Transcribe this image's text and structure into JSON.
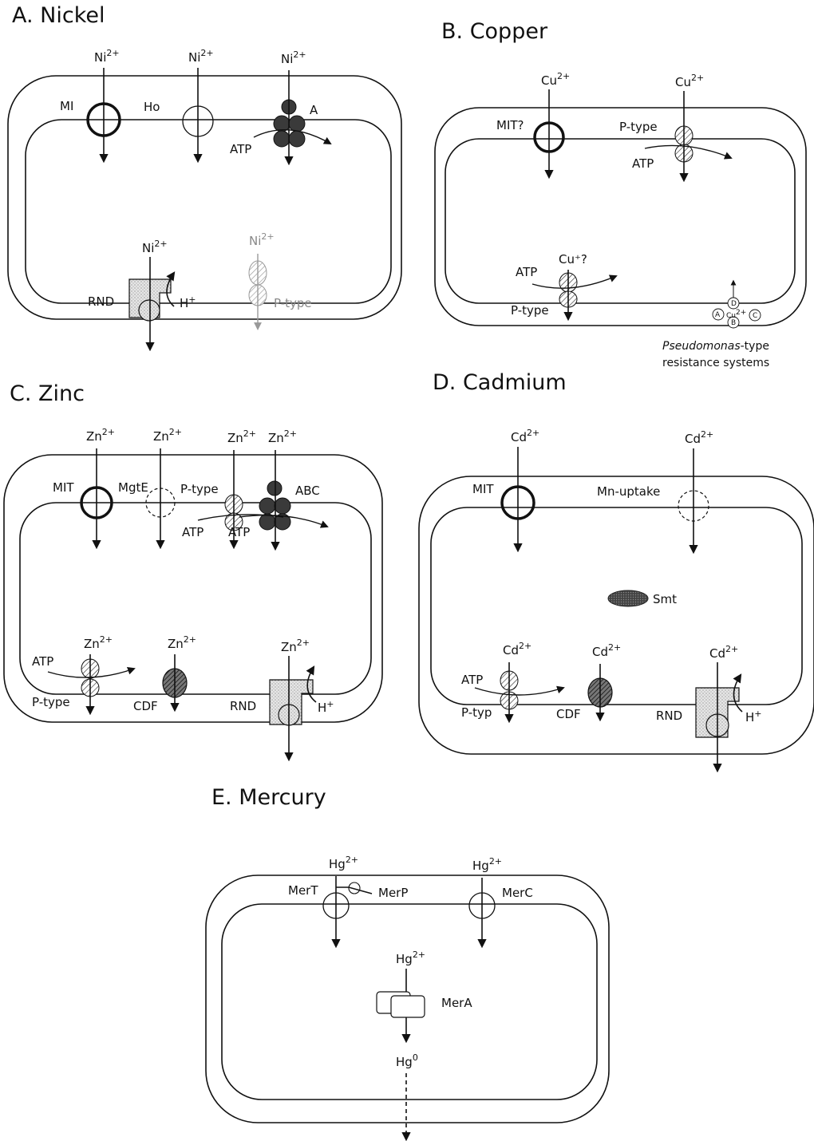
{
  "panels": {
    "a": {
      "title": "A. Nickel",
      "labels": {
        "mi": "MI",
        "ho": "Ho",
        "a": "A",
        "atp": "ATP",
        "rnd": "RND",
        "ptype": "P-type"
      },
      "ion": {
        "base": "Ni",
        "charge": "2+"
      },
      "proton": {
        "base": "H",
        "charge": "+"
      }
    },
    "b": {
      "title": "B. Copper",
      "labels": {
        "mit": "MIT?",
        "ptype_top": "P-type",
        "atp_top": "ATP",
        "atp_bottom": "ATP",
        "ptype_bottom": "P-type",
        "cu_plus": "Cu⁺?",
        "resistance_1": "Pseudomonas",
        "resistance_1b": "-type",
        "resistance_2": "resistance systems",
        "circle_a": "A",
        "circle_b": "B",
        "circle_c": "C",
        "circle_d": "D",
        "center": "Cu"
      },
      "ion": {
        "base": "Cu",
        "charge": "2+"
      }
    },
    "c": {
      "title": "C. Zinc",
      "labels": {
        "mit": "MIT",
        "mgte": "MgtE",
        "ptype_top": "P-type",
        "abc": "ABC",
        "atp1": "ATP",
        "atp2": "ATP",
        "atp_bottom": "ATP",
        "ptype_bottom": "P-type",
        "cdf": "CDF",
        "rnd": "RND"
      },
      "ion": {
        "base": "Zn",
        "charge": "2+"
      },
      "proton": {
        "base": "H",
        "charge": "+"
      }
    },
    "d": {
      "title": "D. Cadmium",
      "labels": {
        "mit": "MIT",
        "mn": "Mn-uptake",
        "smt": "Smt",
        "atp": "ATP",
        "ptyp": "P-typ",
        "cdf": "CDF",
        "rnd": "RND"
      },
      "ion": {
        "base": "Cd",
        "charge": "2+"
      },
      "proton": {
        "base": "H",
        "charge": "+"
      }
    },
    "e": {
      "title": "E. Mercury",
      "labels": {
        "mert": "MerT",
        "merp": "MerP",
        "merc": "MerC",
        "mera": "MerA"
      },
      "ion": {
        "base": "Hg",
        "charge": "2+"
      },
      "ion0": {
        "base": "Hg",
        "charge": "0"
      }
    }
  },
  "colors": {
    "line": "#111111",
    "dark": "#3a3a3a",
    "grey": "#999999",
    "stipple": "#d8d8d8"
  }
}
